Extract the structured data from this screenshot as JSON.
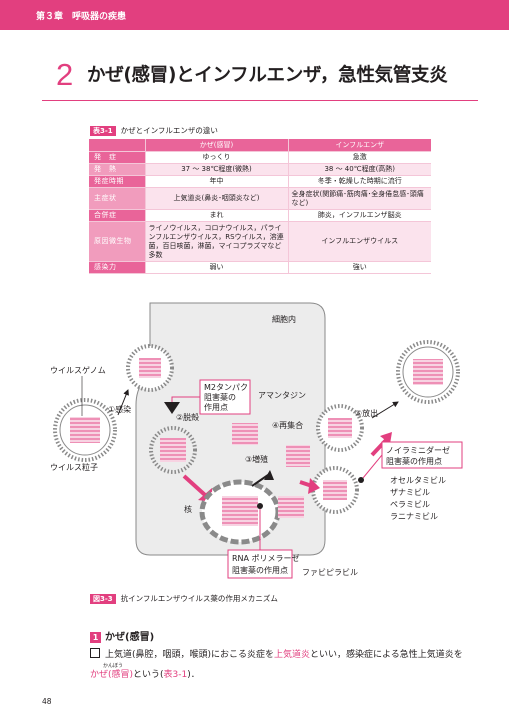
{
  "header": {
    "chapter": "第３章　呼吸器の疾患"
  },
  "section": {
    "number": "2",
    "title": "かぜ(感冒)とインフルエンザ，急性気管支炎"
  },
  "table": {
    "tag": "表3-1",
    "caption": "かぜとインフルエンザの違い",
    "columns": [
      "",
      "かぜ(感冒)",
      "インフルエンザ"
    ],
    "rows": [
      {
        "label": "発　症",
        "cold": "ゆっくり",
        "flu": "急激"
      },
      {
        "label": "発　熱",
        "cold": "37 〜 38℃程度(微熱)",
        "flu": "38 〜 40℃程度(高熱)"
      },
      {
        "label": "発症時期",
        "cold": "年中",
        "flu": "冬季・乾燥した時期に流行"
      },
      {
        "label": "主症状",
        "cold": "上気道炎(鼻炎･咽頭炎など)",
        "flu": "全身症状(関節痛･筋肉痛･全身倦怠感･頭痛など)"
      },
      {
        "label": "合併症",
        "cold": "まれ",
        "flu": "肺炎，インフルエンザ脳炎"
      },
      {
        "label": "原因微生物",
        "cold": "ライノウイルス，コロナウイルス，パラインフルエンザウイルス，RSウイルス，溶連菌，百日咳菌，淋菌，マイコプラズマなど多数",
        "flu": "インフルエンザウイルス"
      },
      {
        "label": "感染力",
        "cold": "弱い",
        "flu": "強い"
      }
    ]
  },
  "diagram": {
    "cell_label": "細胞内",
    "virus_genome": "ウイルスゲノム",
    "virus_particle": "ウイルス粒子",
    "step1": "①感染",
    "step2": "②脱殻",
    "step3": "③増殖",
    "step4": "④再集合",
    "step5": "⑤放出",
    "nucleus": "核",
    "m2_line1": "M2タンパク",
    "m2_line2": "阻害薬の",
    "m2_line3": "作用点",
    "amantadine": "アマンタジン",
    "na_line1": "ノイラミニダーゼ",
    "na_line2": "阻害薬の作用点",
    "na_drugs": [
      "オセルタミビル",
      "ザナミビル",
      "ペラミビル",
      "ラニナミビル"
    ],
    "rna_line1": "RNA ポリメラーゼ",
    "rna_line2": "阻害薬の作用点",
    "favipiravir": "ファビピラビル",
    "colors": {
      "pink": "#e23f7f",
      "light_pink": "#f7d3e2",
      "gray": "#8a8a8a",
      "light_gray": "#ececec"
    }
  },
  "figure": {
    "tag": "図3-3",
    "caption": "抗インフルエンザウイルス薬の作用メカニズム"
  },
  "subsection": {
    "number": "1",
    "title": "かぜ(感冒)"
  },
  "paragraph": {
    "part1": "上気道(鼻腔，咽頭，喉頭)におこる炎症を",
    "term1": "上気道炎",
    "part2": "といい，感染症による急性上気道炎を",
    "term2": "かぜ(感冒)",
    "part3": "という(",
    "ref": "表3-1",
    "part4": ")．",
    "ruby": "かんぼう"
  },
  "page_number": "48"
}
